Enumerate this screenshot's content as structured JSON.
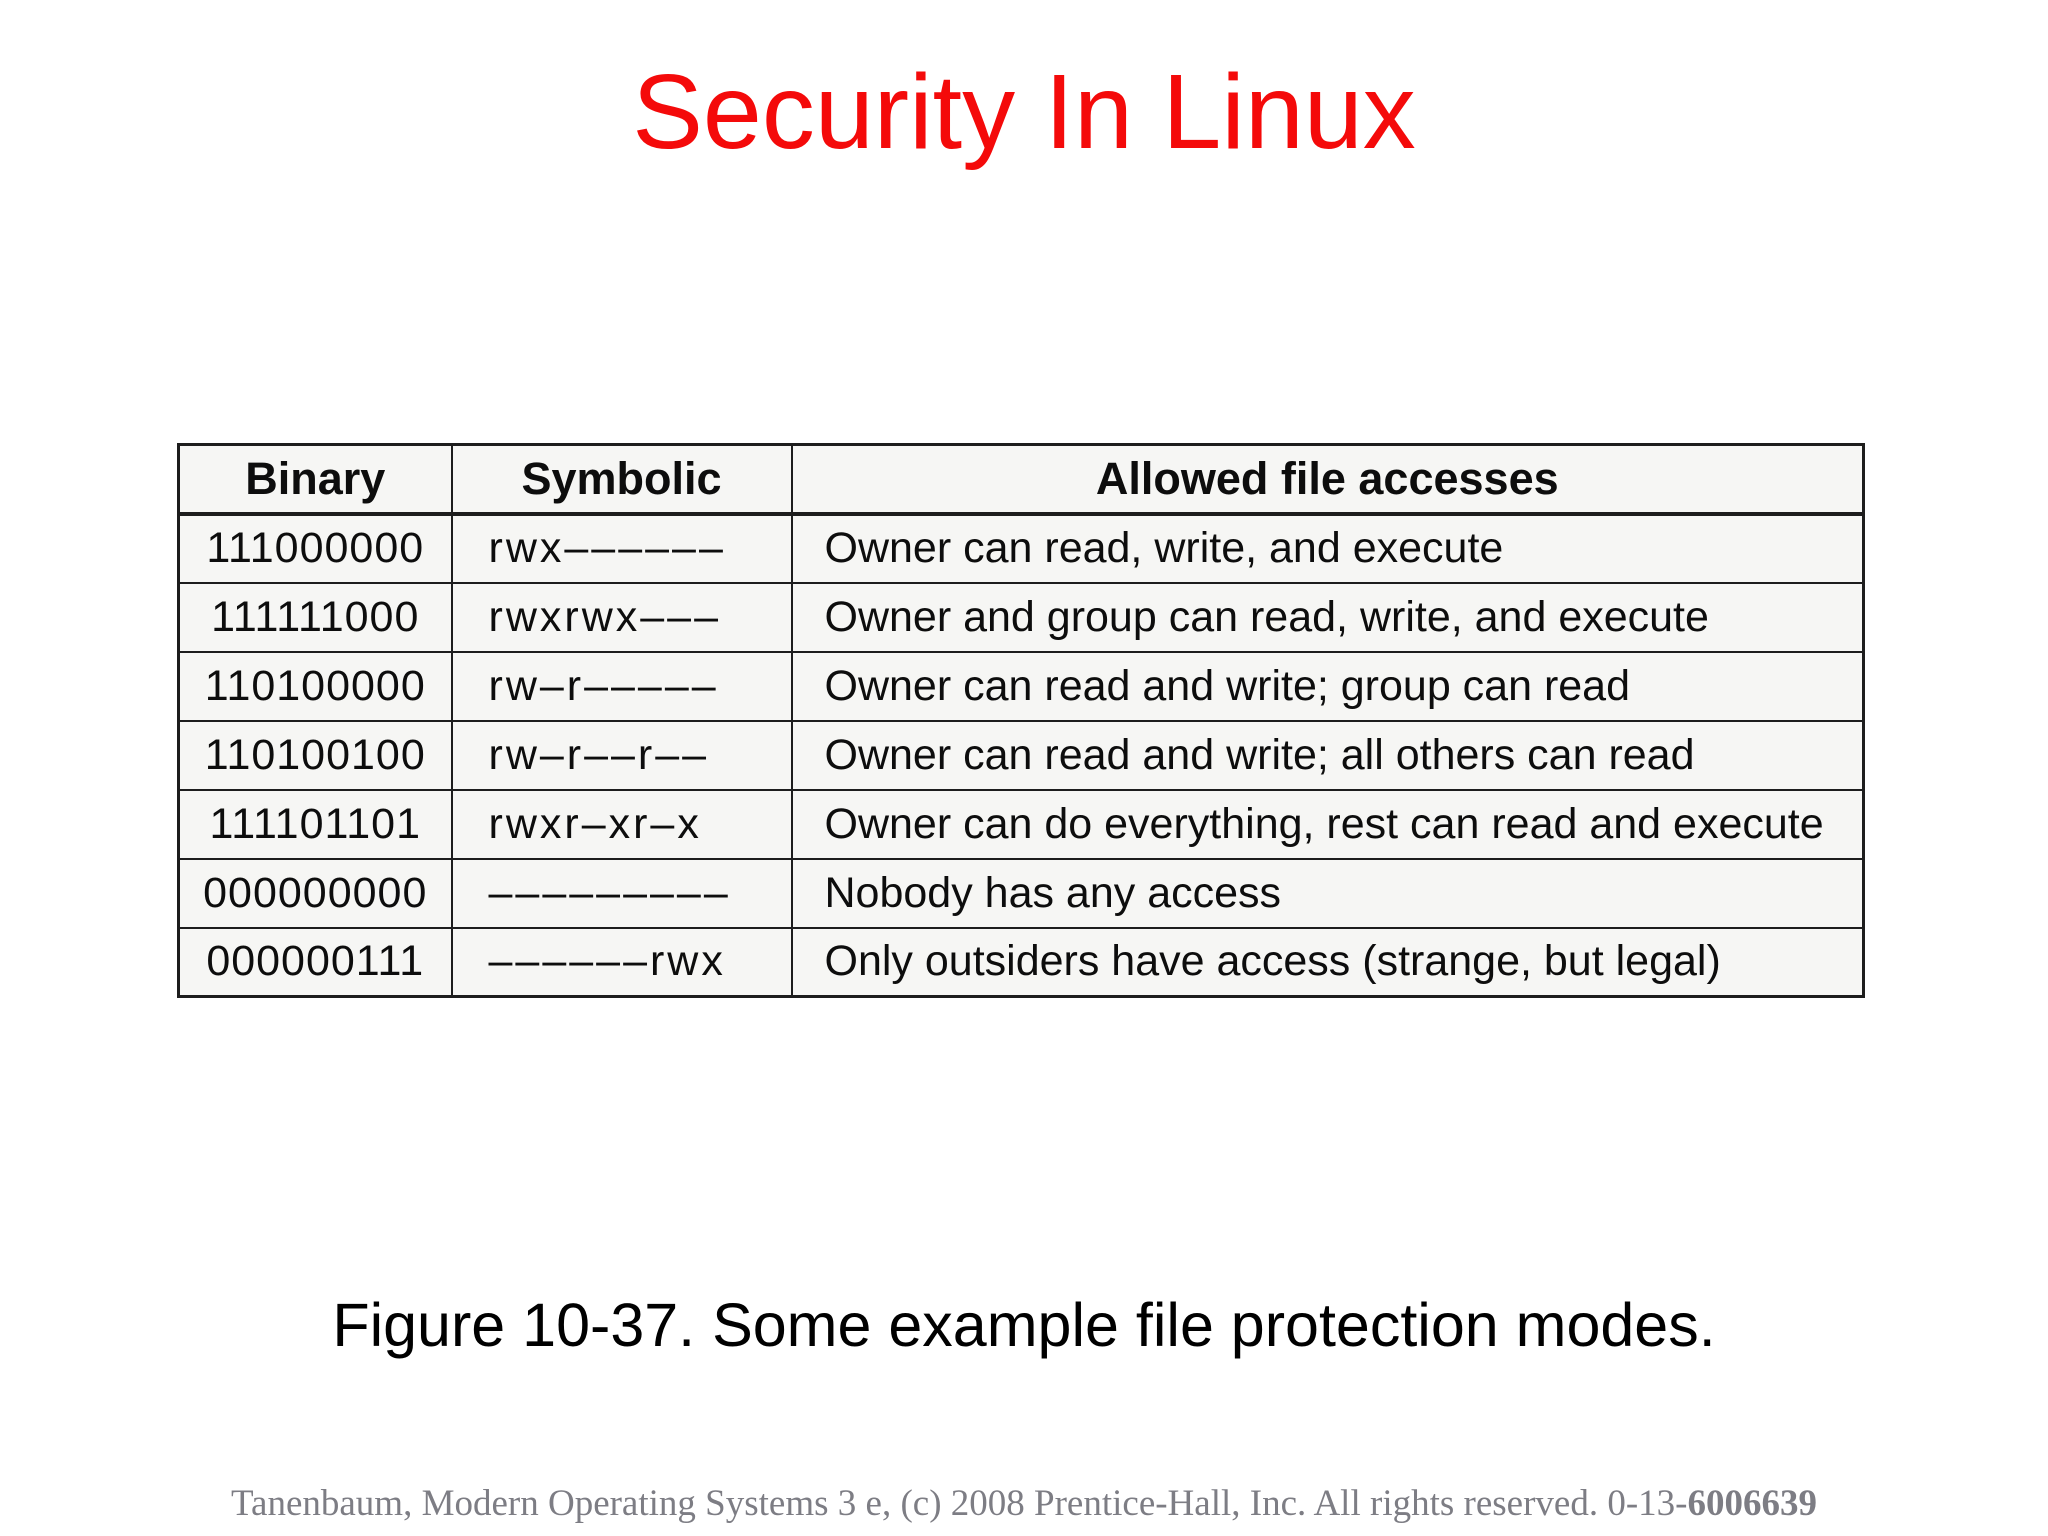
{
  "title": {
    "text": "Security In Linux",
    "color": "#f40a0a"
  },
  "table": {
    "headers": [
      "Binary",
      "Symbolic",
      "Allowed file accesses"
    ],
    "rows": [
      {
        "binary": "111000000",
        "symbolic": "rwx––––––",
        "access": "Owner can read, write, and execute"
      },
      {
        "binary": "111111000",
        "symbolic": "rwxrwx–––",
        "access": "Owner and group can read, write, and execute"
      },
      {
        "binary": "110100000",
        "symbolic": "rw–r–––––",
        "access": "Owner can read and write; group can read"
      },
      {
        "binary": "110100100",
        "symbolic": "rw–r––r––",
        "access": "Owner can read and write; all others can read"
      },
      {
        "binary": "111101101",
        "symbolic": "rwxr–xr–x",
        "access": "Owner can do everything, rest can read and execute"
      },
      {
        "binary": "000000000",
        "symbolic": "–––––––––",
        "access": "Nobody has any access"
      },
      {
        "binary": "000000111",
        "symbolic": "––––––rwx",
        "access": "Only outsiders have access (strange, but legal)"
      }
    ]
  },
  "caption": "Figure 10-37. Some example file protection modes.",
  "footer": {
    "text": "Tanenbaum, Modern Operating Systems 3 e, (c) 2008 Prentice-Hall, Inc. All rights reserved. 0-13-",
    "code": "6006639"
  }
}
